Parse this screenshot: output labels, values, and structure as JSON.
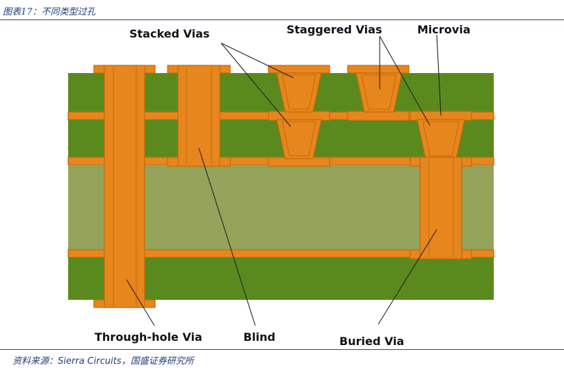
{
  "header": {
    "figure_title": "图表17：不同类型过孔"
  },
  "labels": {
    "stacked": "Stacked Vias",
    "staggered": "Staggered Vias",
    "microvia": "Microvia",
    "through_hole": "Through-hole Via",
    "blind": "Blind",
    "buried": "Buried Via"
  },
  "footer": {
    "source_prefix": "资料来源：",
    "source_name": "Sierra Circuits",
    "source_suffix": "，国盛证券研究所"
  },
  "colors": {
    "copper": "#e6861d",
    "copper_edge": "#c46a0a",
    "prepreg": "#5a8a1e",
    "core": "#94a35a",
    "text_blue": "#1f3f7a"
  }
}
